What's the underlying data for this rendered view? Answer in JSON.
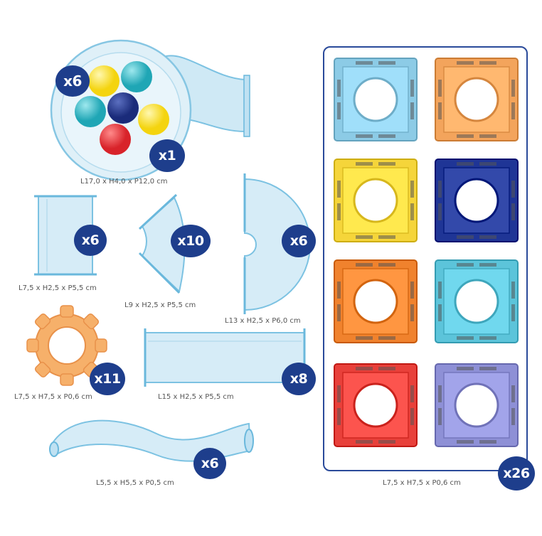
{
  "colors": {
    "badge": "#1e3e8c",
    "tube": "#a9d8ee",
    "tube_edge": "#6ab8dc",
    "ball_yellow": "#f4d40f",
    "ball_teal": "#1fa6b5",
    "ball_navy": "#1a2b7a",
    "ball_red": "#d8232a",
    "gear_orange": "#f5a757"
  },
  "pieces": {
    "bowl": {
      "balls_badge": "x6",
      "badge": "x1",
      "dims": "L17,0 x H4,0 x P12,0 cm"
    },
    "straight_short": {
      "badge": "x6",
      "dims": "L7,5 x H2,5 x P5,5 cm"
    },
    "curve": {
      "badge": "x10",
      "dims": "L9 x H2,5 x P5,5 cm"
    },
    "u_turn": {
      "badge": "x6",
      "dims": "L13 x H2,5 x P6,0 cm"
    },
    "gear": {
      "badge": "x11",
      "dims": "L7,5 x H7,5 x P0,6 cm"
    },
    "straight_long": {
      "badge": "x8",
      "dims": "L15 x H2,5 x P5,5 cm"
    },
    "wave": {
      "badge": "x6",
      "dims": "L5,5 x H5,5 x P0,5 cm"
    }
  },
  "tiles": {
    "badge": "x26",
    "dims": "L7,5 x H7,5 x P0,6 cm",
    "colors": [
      "#8ccbe6",
      "#f3a45c",
      "#f5d53a",
      "#1f3596",
      "#f0822d",
      "#5cc4da",
      "#e8403a",
      "#8e90d6"
    ]
  }
}
